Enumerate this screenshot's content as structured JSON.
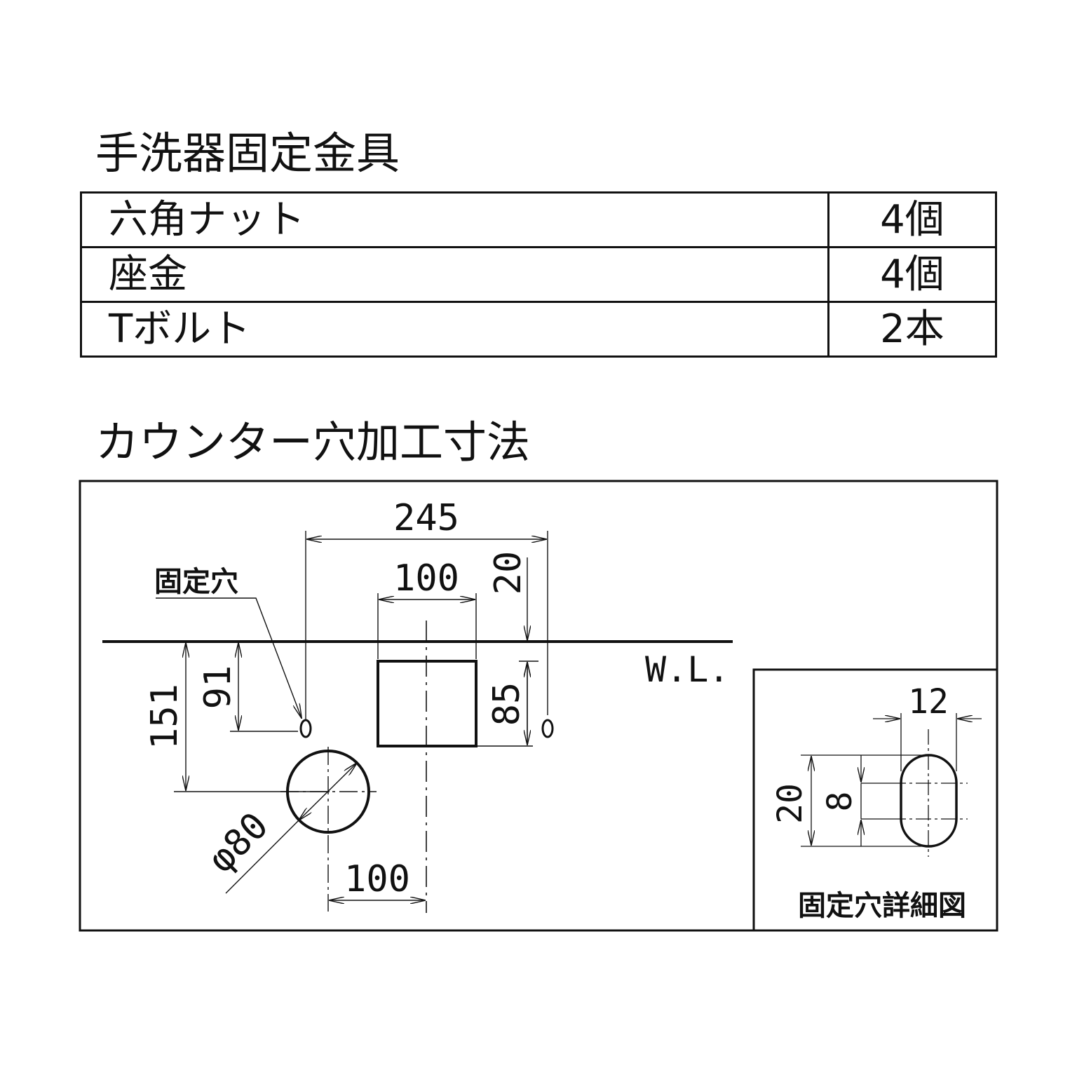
{
  "titles": {
    "parts": "手洗器固定金具",
    "holes": "カウンター穴加工寸法"
  },
  "parts": [
    {
      "name": "六角ナット",
      "qty": "4個"
    },
    {
      "name": "座金",
      "qty": "4個"
    },
    {
      "name": "Tボルト",
      "qty": "2本"
    }
  ],
  "drawing": {
    "dim_245": "245",
    "dim_100_top": "100",
    "dim_20_top": "20",
    "dim_151": "151",
    "dim_91": "91",
    "dim_85": "85",
    "dim_phi80": "φ80",
    "dim_100_bottom": "100",
    "wl_label": "W.L.",
    "fix_hole_label": "固定穴",
    "detail": {
      "dim_12": "12",
      "dim_20": "20",
      "dim_8": "8",
      "caption": "固定穴詳細図"
    }
  }
}
